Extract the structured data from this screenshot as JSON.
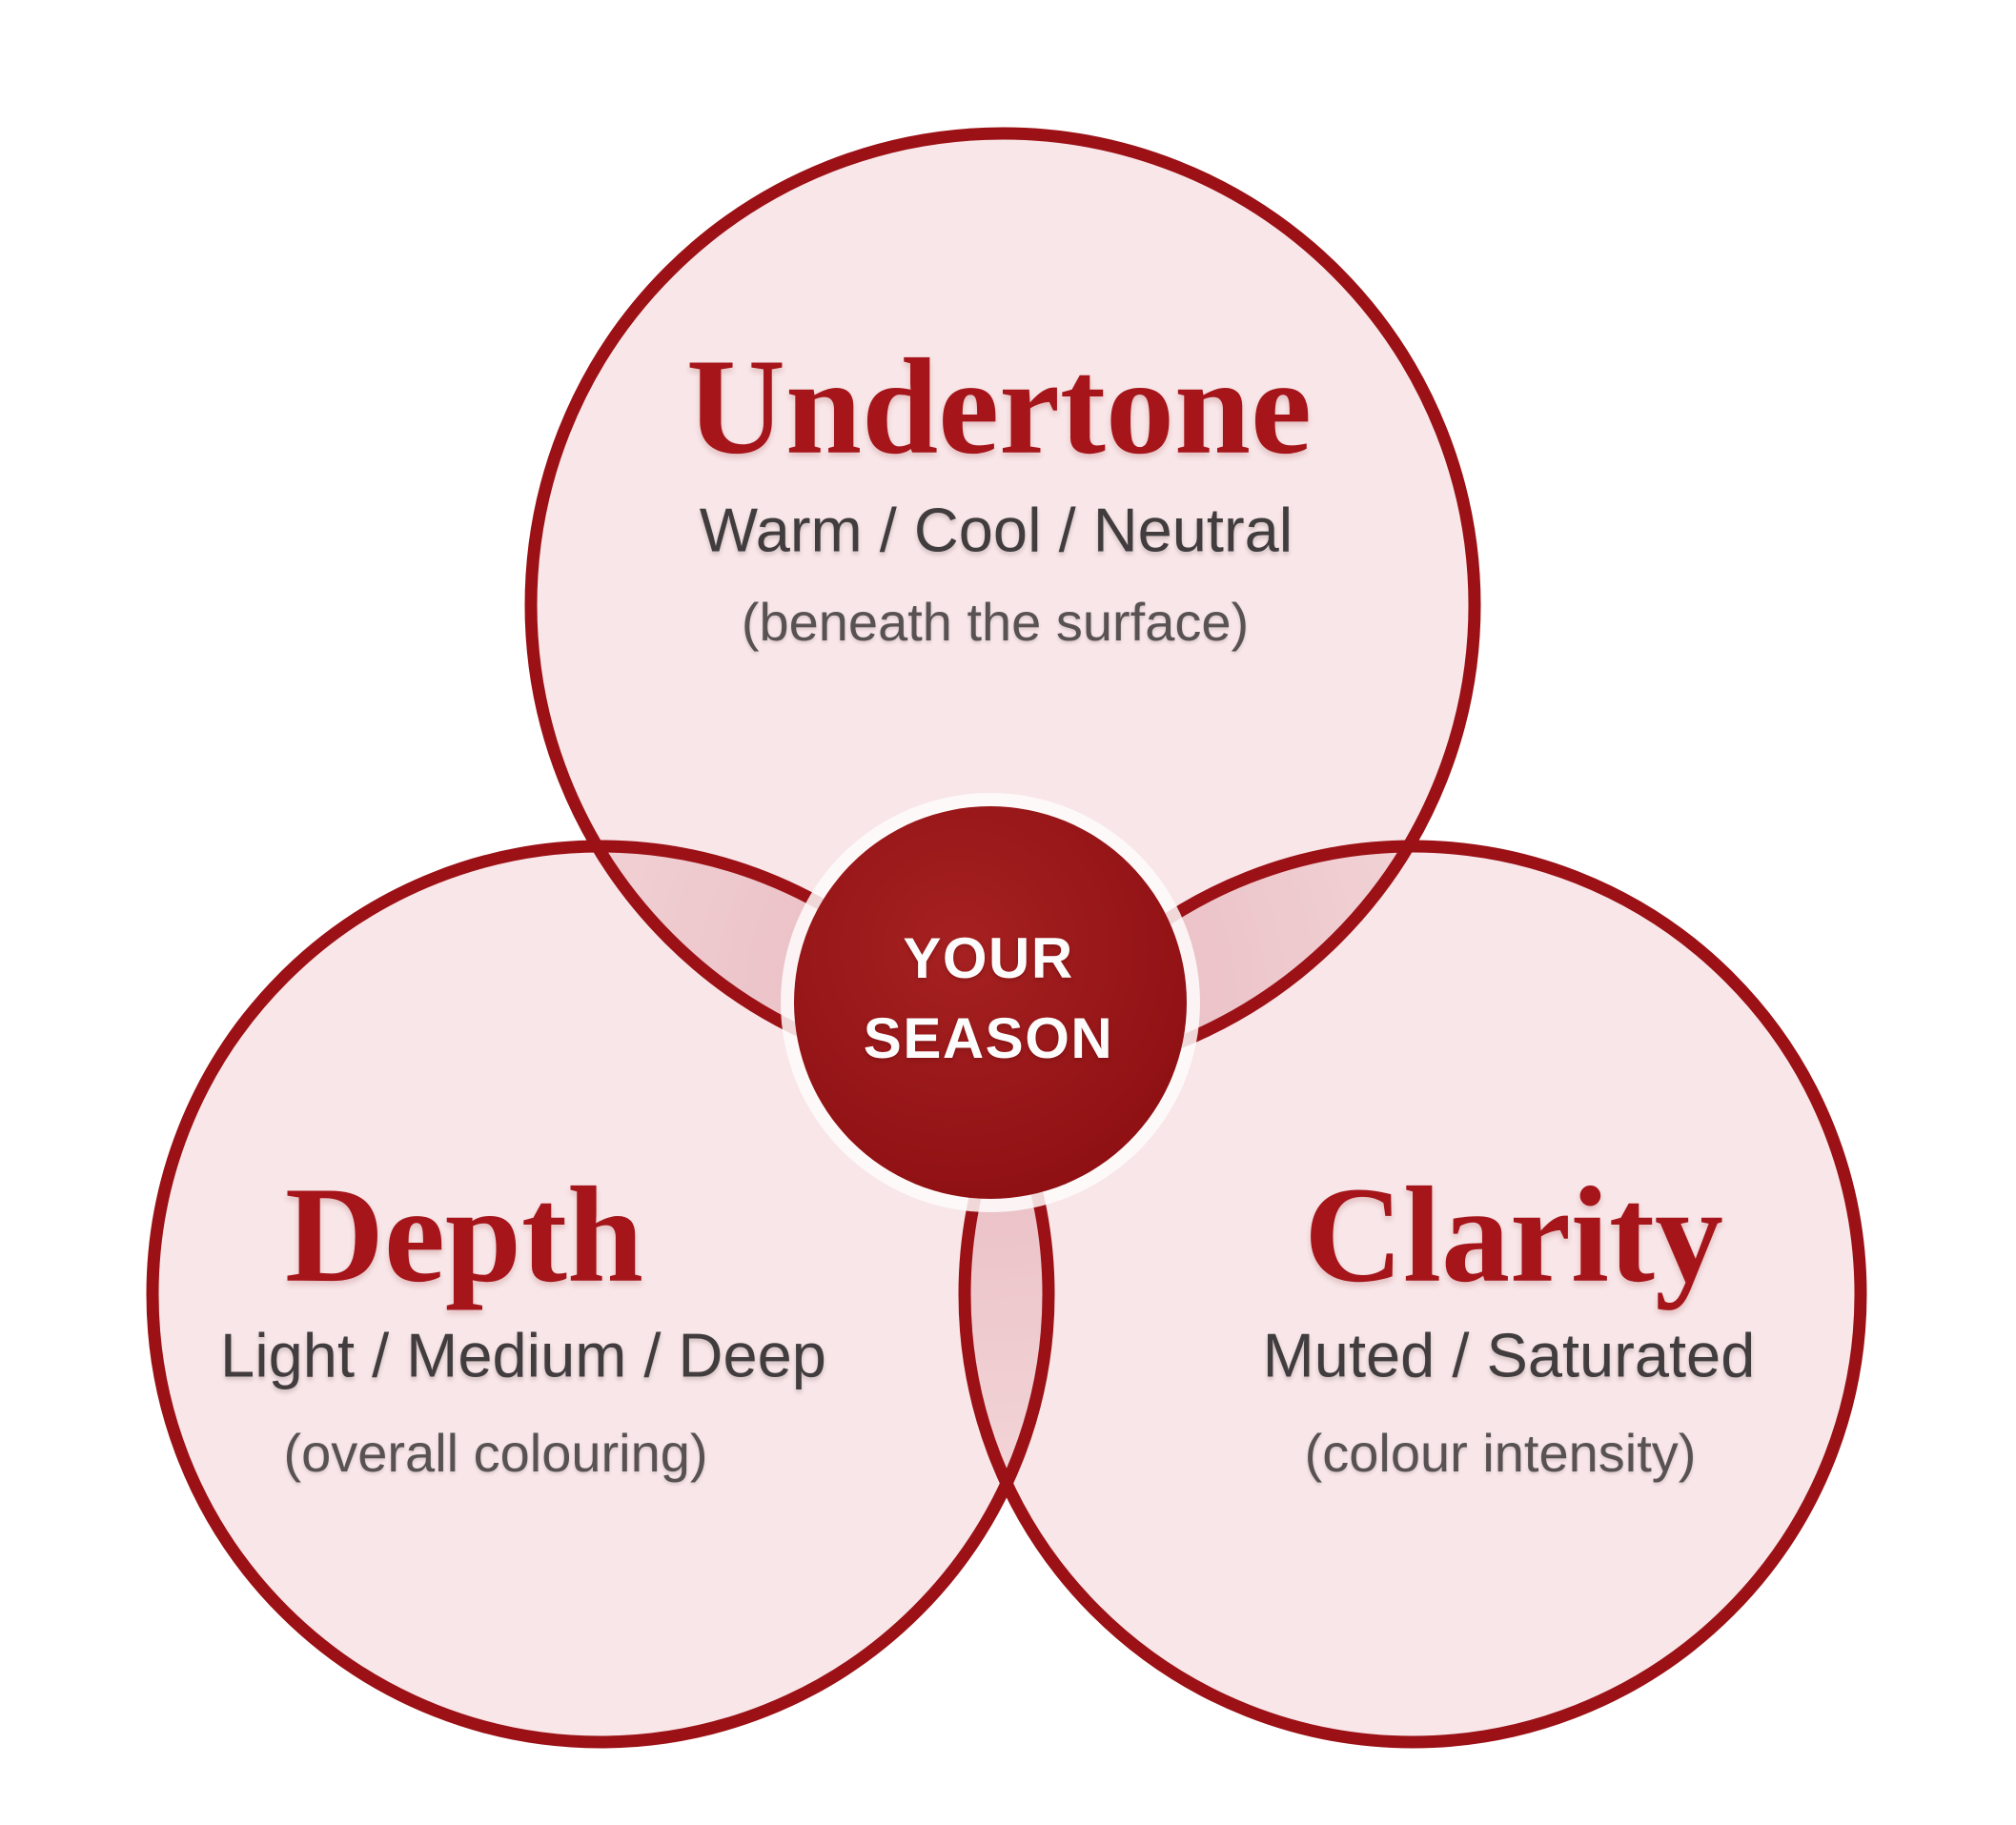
{
  "center": {
    "line1": "YOUR",
    "line2": "SEASON"
  },
  "circles": [
    {
      "heading": "Undertone",
      "subtitle": "Warm / Cool / Neutral",
      "note": "(beneath the surface)"
    },
    {
      "heading": "Depth",
      "subtitle": "Light / Medium / Deep",
      "note": "(overall colouring)"
    },
    {
      "heading": "Clarity",
      "subtitle": "Muted / Saturated",
      "note": "(colour intensity)"
    }
  ],
  "colors": {
    "background": "#ffffff",
    "circle_fill": "#f8e6e8",
    "circle_stroke": "#9b1116",
    "overlap_inner": "#e6b7be",
    "overlap_mid": "#ecc5ca",
    "overlap_outer": "#f4d8da",
    "center_circle_light": "#a62121",
    "center_circle_dark": "#8c0e12",
    "heading_red": "#a5151a",
    "subtitle_gray": "#413d3e",
    "note_gray": "#585253",
    "center_text": "#fdfcfc"
  }
}
